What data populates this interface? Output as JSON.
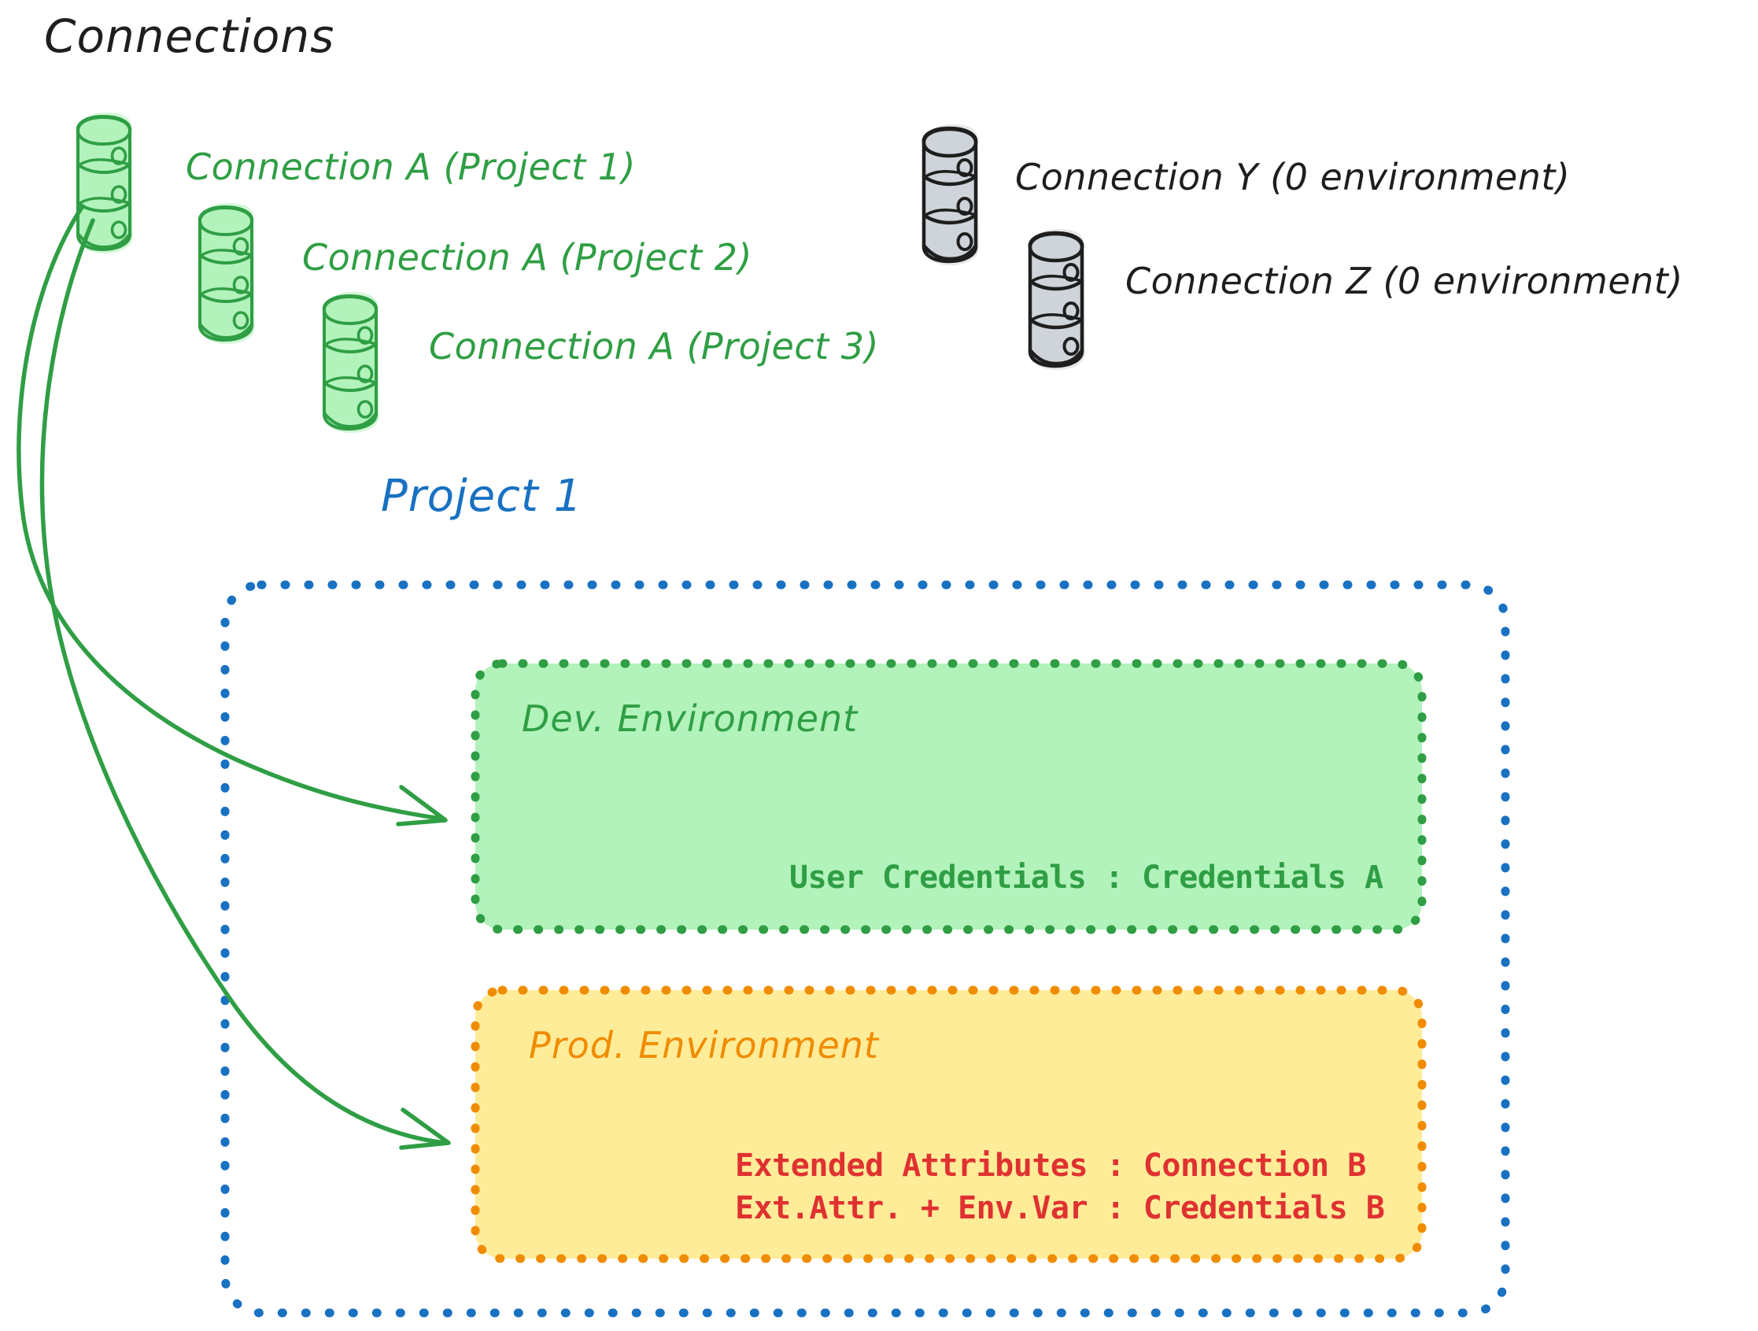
{
  "diagram": {
    "title": "Connections",
    "background_color": "#ffffff",
    "colors": {
      "green_stroke": "#2f9e44",
      "green_fill": "#b2f2bb",
      "gray_stroke": "#1e1e1e",
      "gray_fill": "#ced4da",
      "blue": "#1971c2",
      "orange": "#f08c00",
      "orange_fill": "#ffec99",
      "red": "#e03131",
      "black": "#1e1e1e"
    }
  },
  "connections": {
    "heading": "Connections",
    "items": [
      {
        "label": "Connection A (Project 1)",
        "color": "#2f9e44",
        "icon": "database-icon"
      },
      {
        "label": "Connection A (Project 2)",
        "color": "#2f9e44",
        "icon": "database-icon"
      },
      {
        "label": "Connection A (Project 3)",
        "color": "#2f9e44",
        "icon": "database-icon"
      },
      {
        "label": "Connection Y (0 environment)",
        "color": "#1e1e1e",
        "icon": "database-icon"
      },
      {
        "label": "Connection Z (0 environment)",
        "color": "#1e1e1e",
        "icon": "database-icon"
      }
    ]
  },
  "project": {
    "title": "Project 1",
    "border_color": "#1971c2",
    "environments": [
      {
        "name": "Dev. Environment",
        "title_color": "#2f9e44",
        "fill": "#b2f2bb",
        "border": "#2f9e44",
        "lines": [
          {
            "text": "User Credentials : Credentials A",
            "color": "#2f9e44"
          }
        ]
      },
      {
        "name": "Prod. Environment",
        "title_color": "#f08c00",
        "fill": "#ffec99",
        "border": "#f08c00",
        "lines": [
          {
            "text": "Extended Attributes : Connection B",
            "color": "#e03131"
          },
          {
            "text": "Ext.Attr. + Env.Var : Credentials B",
            "color": "#e03131"
          }
        ]
      }
    ]
  },
  "arrows": [
    {
      "from": "Connection A (Project 1)",
      "to": "Dev. Environment",
      "color": "#2f9e44"
    },
    {
      "from": "Connection A (Project 1)",
      "to": "Prod. Environment",
      "color": "#2f9e44"
    }
  ]
}
